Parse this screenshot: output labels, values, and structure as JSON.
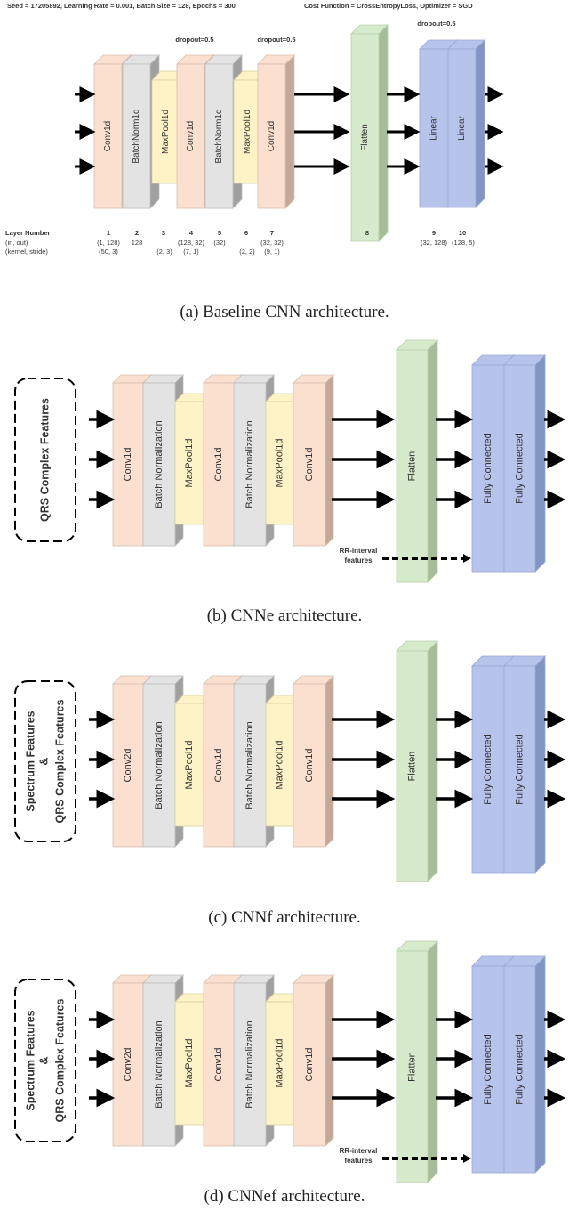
{
  "colors": {
    "conv": "#fbe0d0",
    "conv_side": "#c4a999",
    "conv_edge": "#d8bfb0",
    "bn": "#e3e3e3",
    "bn_side": "#a0a0a0",
    "bn_edge": "#bdbdbd",
    "pool": "#fdf3c6",
    "pool_side": "#bcb18a",
    "pool_edge": "#d9cfa2",
    "flat": "#d6ebcc",
    "flat_side": "#a5bd98",
    "flat_edge": "#b6cfaa",
    "lin": "#b6c3ea",
    "lin_side": "#8495c4",
    "lin_edge": "#9aa8d6",
    "arrow": "#000000",
    "text": "#333333"
  },
  "panel_a": {
    "header_left": "Seed = 17205892, Learning Rate = 0.001, Batch Size = 128, Epochs = 300",
    "header_right": "Cost Function = CrossEntropyLoss, Optimizer = SGD",
    "layers": [
      "Conv1d",
      "BatchNorm1d",
      "MaxPool1d",
      "Conv1d",
      "BatchNorm1d",
      "MaxPool1d",
      "Conv1d"
    ],
    "flatten": "Flatten",
    "linear": [
      "Linear",
      "Linear"
    ],
    "dropout": [
      "dropout=0.5",
      "dropout=0.5",
      "dropout=0.5"
    ],
    "row_labels": [
      "Layer Number",
      "(in, out)",
      "(kernel, stride)"
    ],
    "layer_numbers": [
      "1",
      "2",
      "3",
      "4",
      "5",
      "6",
      "7",
      "8",
      "9",
      "10"
    ],
    "in_out": [
      "(1, 128)",
      "128",
      "(128, 32)",
      "(32)",
      "(32, 32)",
      "(32, 128)",
      "(128, 5)"
    ],
    "kernel_stride": [
      "(50, 3)",
      "(2, 3)",
      "(7, 1)",
      "(2, 2)",
      "(9, 1)"
    ],
    "caption": "(a) Baseline CNN architecture."
  },
  "panel_b": {
    "input": [
      "QRS Complex Features"
    ],
    "layers": [
      "Conv1d",
      "Batch Normalization",
      "MaxPool1d",
      "Conv1d",
      "Batch Normalization",
      "MaxPool1d",
      "Conv1d"
    ],
    "flatten": "Flatten",
    "fc": [
      "Fully Connected",
      "Fully Connected"
    ],
    "rr_label": [
      "RR-interval",
      "features"
    ],
    "caption": "(b) CNNe architecture."
  },
  "panel_c": {
    "input": [
      "Spectrum Features",
      "&",
      "QRS Complex Features"
    ],
    "layers": [
      "Conv2d",
      "Batch Normalization",
      "MaxPool1d",
      "Conv1d",
      "Batch Normalization",
      "MaxPool1d",
      "Conv1d"
    ],
    "flatten": "Flatten",
    "fc": [
      "Fully Connected",
      "Fully Connected"
    ],
    "caption": "(c) CNNf architecture."
  },
  "panel_d": {
    "input": [
      "Spectrum Features",
      "&",
      "QRS Complex Features"
    ],
    "layers": [
      "Conv2d",
      "Batch Normalization",
      "MaxPool1d",
      "Conv1d",
      "Batch Normalization",
      "MaxPool1d",
      "Conv1d"
    ],
    "flatten": "Flatten",
    "fc": [
      "Fully Connected",
      "Fully Connected"
    ],
    "rr_label": [
      "RR-interval",
      "features"
    ],
    "caption": "(d) CNNef architecture."
  }
}
